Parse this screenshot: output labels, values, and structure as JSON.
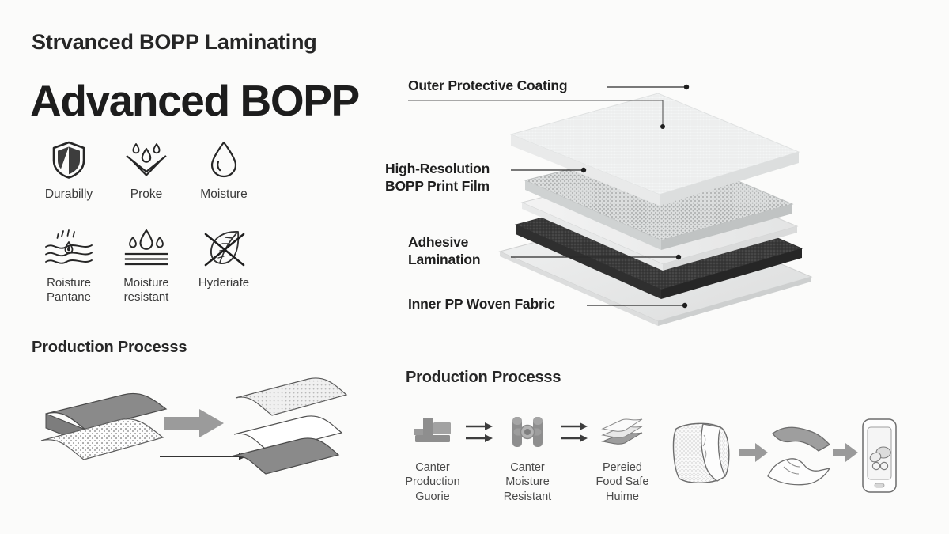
{
  "header": {
    "eyebrow": "Strvanced BOPP Laminating",
    "title": "Advanced BOPP"
  },
  "features": {
    "row1": [
      {
        "label": "Durabilly",
        "icon": "shield-icon"
      },
      {
        "label": "Proke",
        "icon": "water-repellent-icon"
      },
      {
        "label": "Moisture",
        "icon": "droplet-icon"
      }
    ],
    "row2": [
      {
        "label": "Roisture\nPantane",
        "icon": "heat-wave-flame-icon"
      },
      {
        "label": "Moisture\nresistant",
        "icon": "droplets-over-lines-icon"
      },
      {
        "label": "Hyderiafe",
        "icon": "crossed-leaf-icon"
      }
    ]
  },
  "layer_diagram": {
    "labels": [
      {
        "text": "Outer Protective Coating",
        "layer": "outer-protective-coating"
      },
      {
        "text": "High-Resolution\nBOPP Print Film",
        "layer": "bopp-print-film"
      },
      {
        "text": "Adhesive\nLamination",
        "layer": "adhesive-lamination"
      },
      {
        "text": "Inner PP Woven Fabric",
        "layer": "inner-pp-woven-fabric"
      }
    ],
    "layer_colors": {
      "outer_coating": "#f4f5f5",
      "print_film": "#d9dbdb",
      "mid_white": "#ededed",
      "adhesive": "#3a3a3a",
      "inner_fabric": "#e6e7e7"
    }
  },
  "process_left": {
    "heading": "Production Processs"
  },
  "process_center": {
    "heading": "Production Processs",
    "steps": [
      {
        "label": "Canter\nProduction\nGuorie",
        "icon": "printing-press-icon"
      },
      {
        "label": "Canter\nMoisture\nResistant",
        "icon": "roller-lamination-icon"
      },
      {
        "label": "Pereied\nFood Safe\nHuime",
        "icon": "stacked-sheets-icon"
      }
    ]
  },
  "colors": {
    "background": "#fbfbfa",
    "text_dark": "#1d1d1d",
    "text_body": "#3a3a3a",
    "accent_gray": "#8c8c8c",
    "dark_layer": "#3a3a3a"
  }
}
